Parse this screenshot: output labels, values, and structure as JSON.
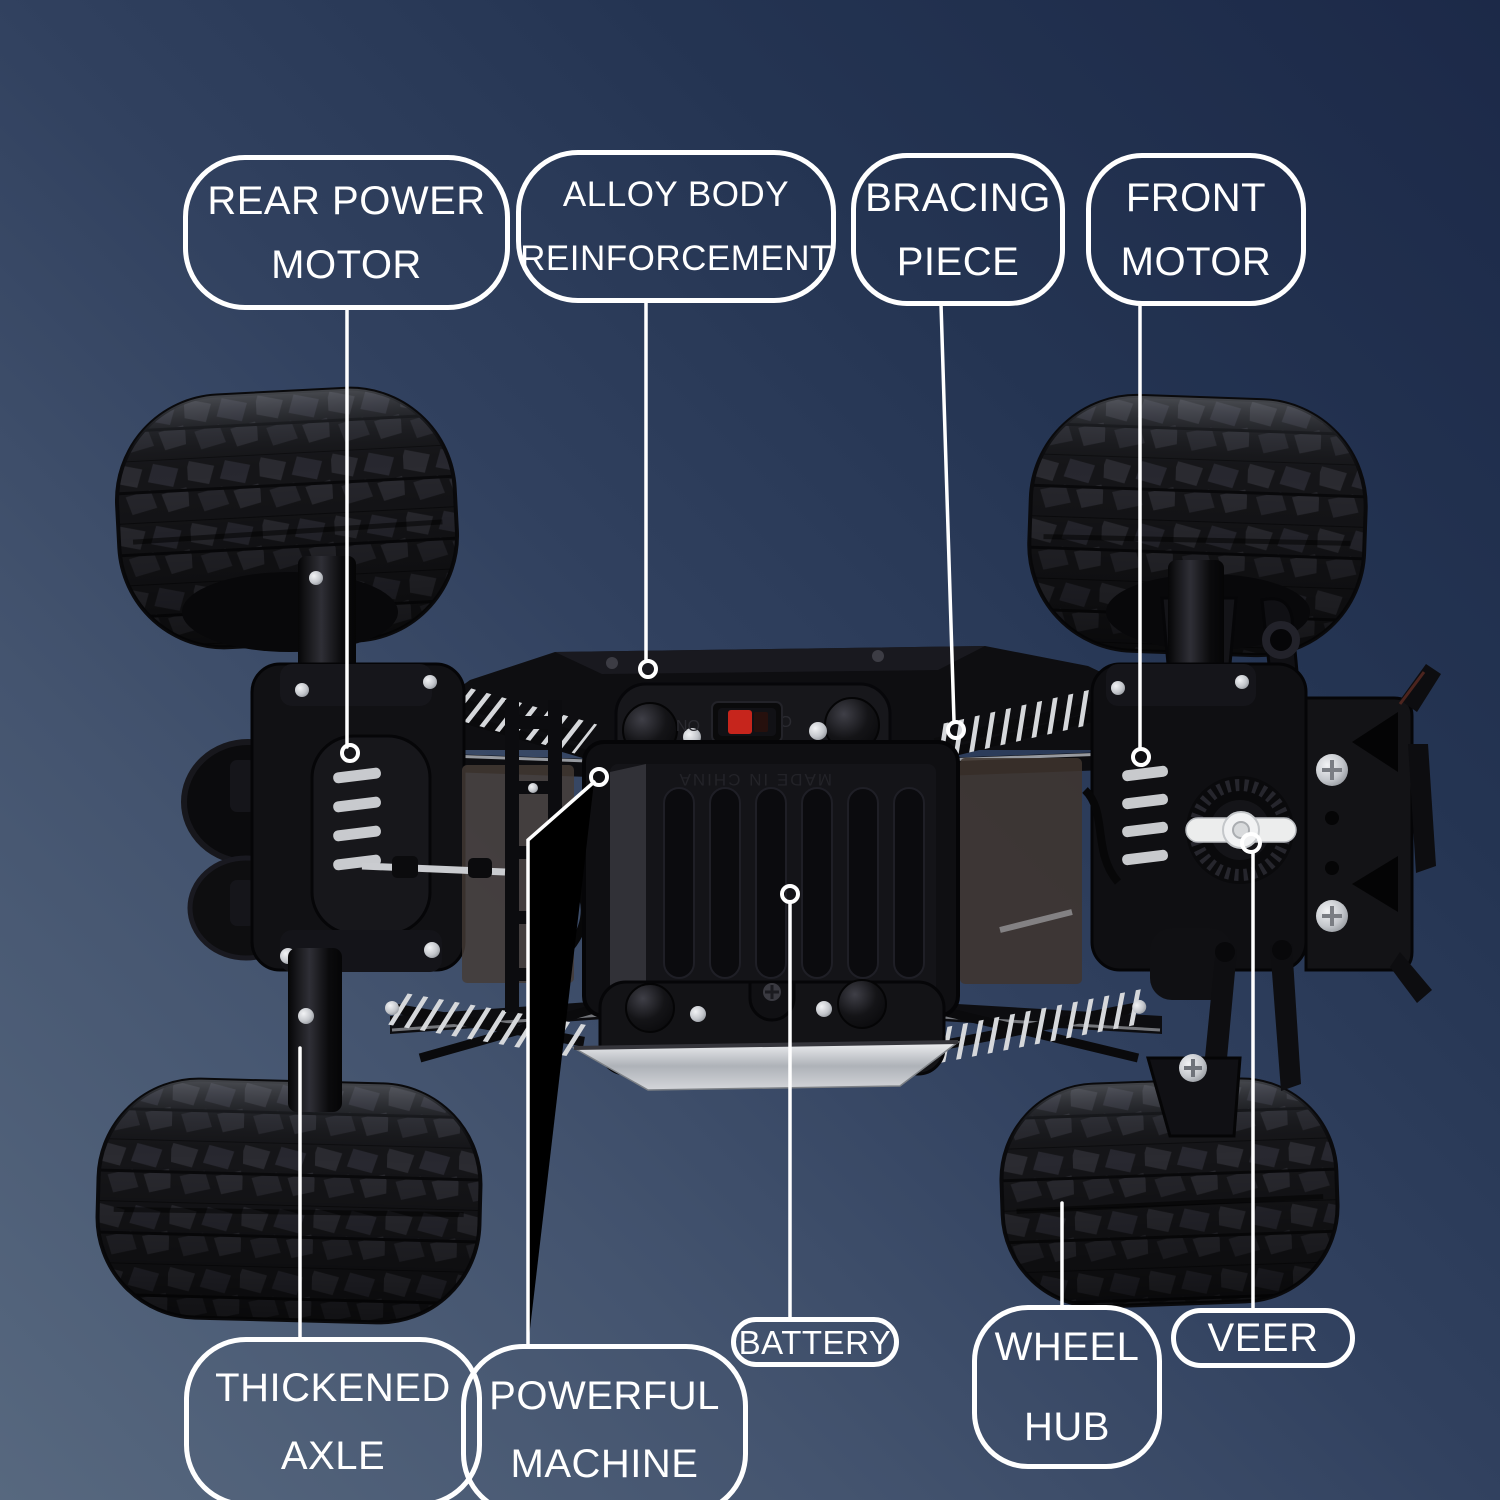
{
  "callouts": {
    "rear_power_motor": {
      "line1": "REAR POWER",
      "line2": "MOTOR"
    },
    "alloy_body_reinforcement": {
      "line1": "ALLOY BODY",
      "line2": "REINFORCEMENT"
    },
    "bracing_piece": {
      "line1": "BRACING",
      "line2": "PIECE"
    },
    "front_motor": {
      "line1": "FRONT",
      "line2": "MOTOR"
    },
    "thickened_axle": {
      "line1": "THICKENED",
      "line2": "AXLE"
    },
    "powerful_machine": {
      "line1": "POWERFUL",
      "line2": "MACHINE"
    },
    "battery": {
      "line1": "BATTERY"
    },
    "wheel_hub": {
      "line1": "WHEEL",
      "line2": "HUB"
    },
    "veer": {
      "line1": "VEER"
    }
  },
  "vehicle": {
    "description": "RC rock crawler chassis shown from underside with four knobby off-road tires",
    "switch_on_label": "ON",
    "switch_off_label": "OFF",
    "molded_text": "MADE IN CHINA"
  },
  "colors": {
    "background_top": "#1c2948",
    "background_bottom_left": "#57687f",
    "label_border": "#ffffff",
    "label_text": "#ffffff",
    "leader_line": "#ffffff",
    "tire_black": "#17171a",
    "chassis_black": "#101013",
    "spring_silver": "#d6d8db",
    "steering_white": "#eceded",
    "switch_red": "#c6251c"
  }
}
